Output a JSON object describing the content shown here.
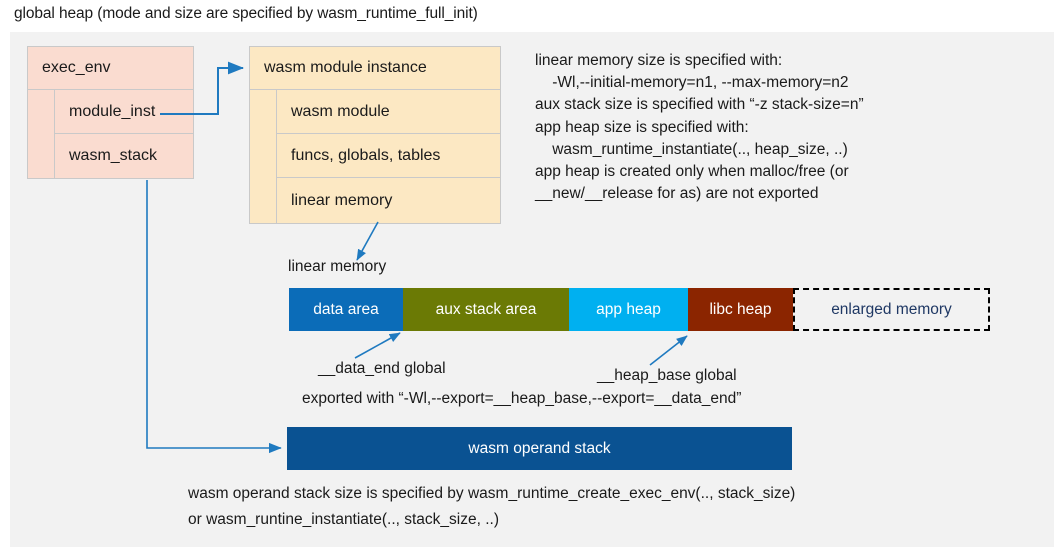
{
  "title": "global heap (mode and size are specified by wasm_runtime_full_init)",
  "colors": {
    "panel_bg": "#f2f2f2",
    "exec_env_fill": "#fadcd0",
    "module_inst_fill": "#fce8c3",
    "connector": "#1f7ac0",
    "data_area": "#0b6cb8",
    "aux_stack_area": "#6b7a05",
    "app_heap": "#00b0f0",
    "libc_heap": "#8b2500",
    "enlarged_memory_text": "#1f3864",
    "operand_stack": "#0a5292"
  },
  "exec_env": {
    "header": "exec_env",
    "fields": [
      {
        "label": "module_inst"
      },
      {
        "label": "wasm_stack"
      }
    ]
  },
  "module_instance": {
    "header": "wasm module instance",
    "fields": [
      {
        "label": "wasm module"
      },
      {
        "label": "funcs, globals, tables"
      },
      {
        "label": "linear memory"
      }
    ]
  },
  "notes": {
    "memory_config": "linear memory size is specified with:\n    -Wl,--initial-memory=n1, --max-memory=n2\naux stack size is specified with “-z stack-size=n”\napp heap size is specified with:\n    wasm_runtime_instantiate(.., heap_size, ..)\napp heap is created only when malloc/free (or\n__new/__release for as) are not exported",
    "data_end_global": "__data_end global",
    "heap_base_global": "__heap_base global",
    "exported_with": "exported with “-Wl,--export=__heap_base,--export=__data_end”",
    "operand_stack_note": "wasm operand stack size is specified by wasm_runtime_create_exec_env(.., stack_size)\nor wasm_runtine_instantiate(.., stack_size, ..)"
  },
  "linear_memory": {
    "label": "linear memory",
    "segments": [
      {
        "label": "data area",
        "color": "#0b6cb8",
        "width": 114
      },
      {
        "label": "aux stack area",
        "color": "#6b7a05",
        "width": 166
      },
      {
        "label": "app heap",
        "color": "#00b0f0",
        "width": 119
      },
      {
        "label": "libc heap",
        "color": "#8b2500",
        "width": 105
      },
      {
        "label": "enlarged memory",
        "color": "#f2f2f2",
        "width": 197
      }
    ]
  },
  "operand_stack": {
    "label": "wasm operand stack"
  }
}
